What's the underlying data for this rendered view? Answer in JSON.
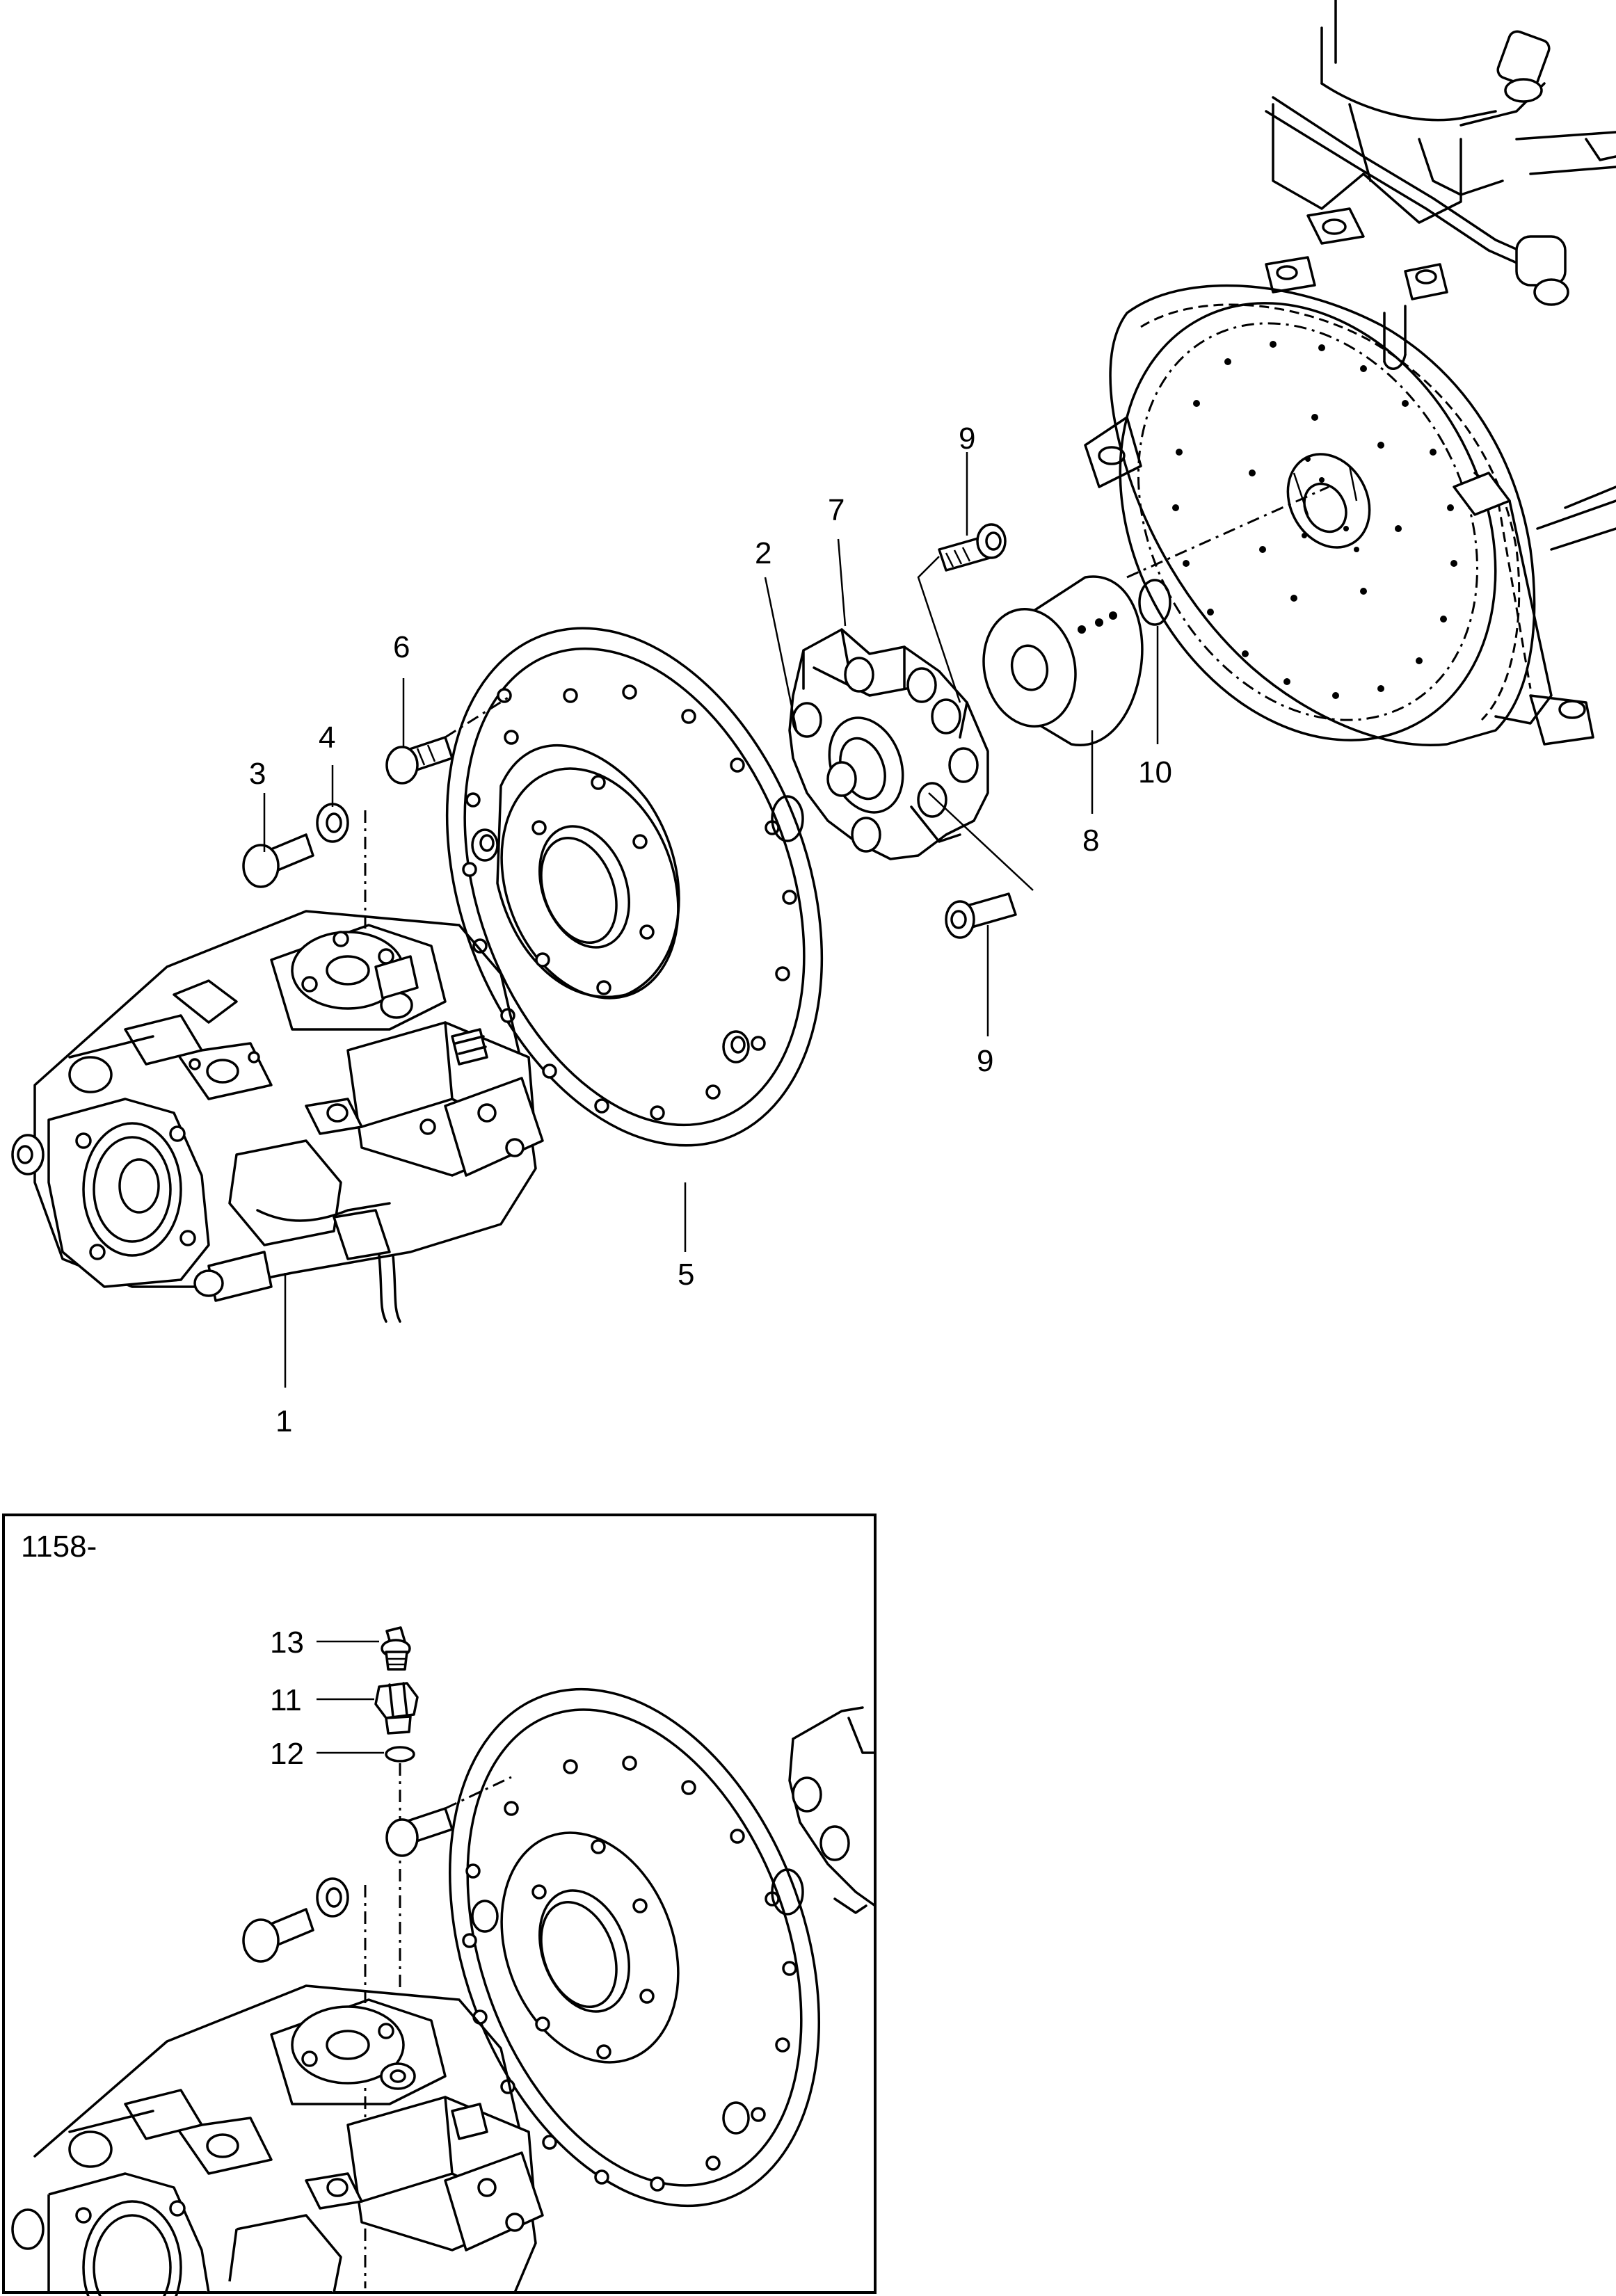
{
  "callouts": {
    "c1": "1",
    "c2": "2",
    "c3": "3",
    "c4": "4",
    "c5": "5",
    "c6": "6",
    "c7": "7",
    "c8": "8",
    "c9a": "9",
    "c9b": "9",
    "c10": "10",
    "c11": "11",
    "c12": "12",
    "c13": "13"
  },
  "inset": {
    "serial_from": "1158-"
  }
}
